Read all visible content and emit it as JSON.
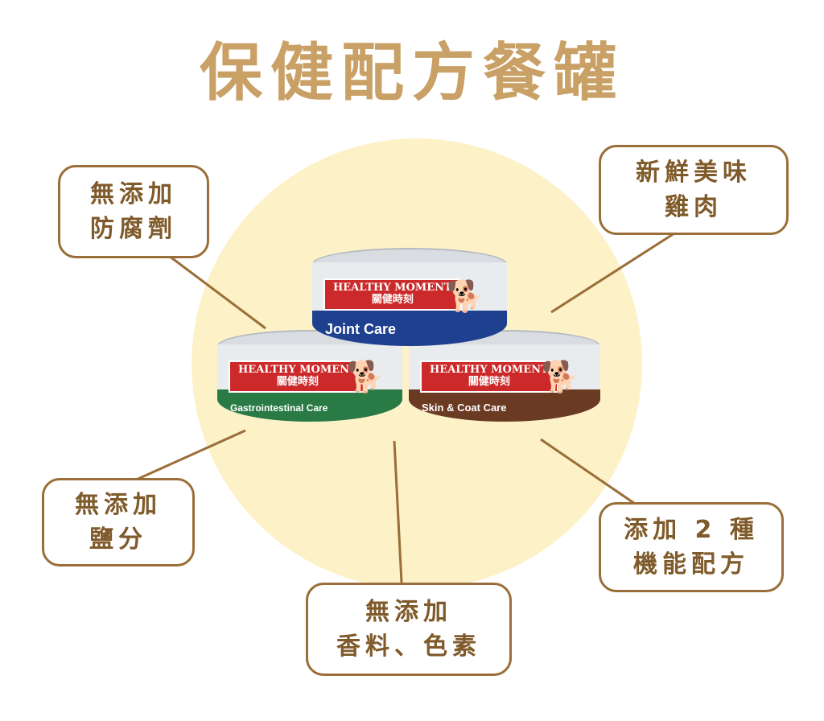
{
  "title": "保健配方餐罐",
  "colors": {
    "title": "#c9a065",
    "circle": "#fdf1c8",
    "border": "#9a6e38",
    "text": "#7f5a2a",
    "joint_band": "#1f3f8f",
    "gi_band": "#2a7a45",
    "skin_band": "#6b3a23",
    "brand_red": "#cc2a2a"
  },
  "callouts": {
    "no_preservatives": {
      "line1": "無添加",
      "line2": "防腐劑"
    },
    "fresh_chicken": {
      "line1": "新鮮美味",
      "line2": "雞肉"
    },
    "no_salt": {
      "line1": "無添加",
      "line2": "鹽分"
    },
    "no_flavor_color": {
      "line1": "無添加",
      "line2": "香料、色素"
    },
    "functional_formula": {
      "line1": "添加 2 種",
      "line2": "機能配方"
    }
  },
  "cans": {
    "joint": {
      "brand_en": "HEALTHY MOMENT",
      "brand_zh": "關健時刻",
      "name": "Joint Care",
      "icon": "dog-icon"
    },
    "gi": {
      "brand_en": "HEALTHY MOMENT",
      "brand_zh": "關健時刻",
      "name": "Gastrointestinal Care",
      "icon": "dog-icon"
    },
    "skin": {
      "brand_en": "HEALTHY MOMENT",
      "brand_zh": "關健時刻",
      "name": "Skin & Coat Care",
      "icon": "dog-icon"
    }
  }
}
